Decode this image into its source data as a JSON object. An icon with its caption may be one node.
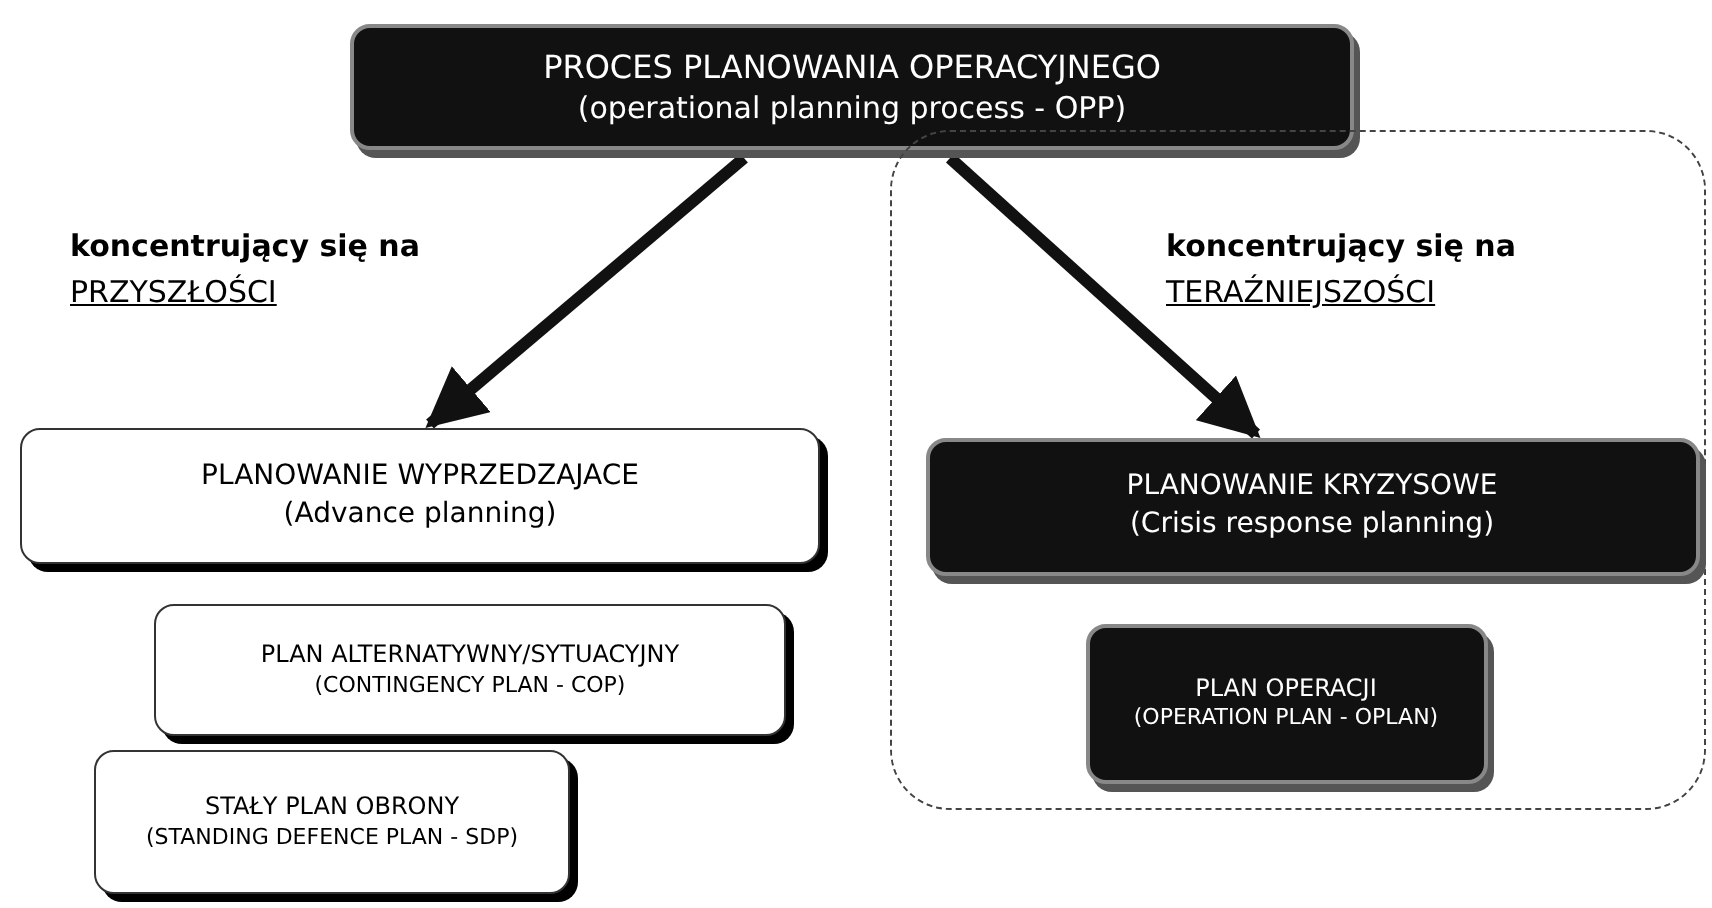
{
  "diagram": {
    "nodes": [
      {
        "text": [
          "PROCES PLANOWANIA OPERACYJNEGO",
          "(operational planning process - OPP)"
        ]
      },
      {
        "text": [],
        "shape": "box"
      },
      {
        "text": [
          "PLANOWANIE WYPRZEDZAJACE",
          "(Advance planning)"
        ]
      },
      {
        "text": [
          "PLAN ALTERNATYWNY/SYTUACYJNY",
          "(CONTINGENCY PLAN - COP)"
        ]
      },
      {
        "text": [
          "STAŁY PLAN OBRONY",
          "(STANDING DEFENCE PLAN - SDP)"
        ]
      },
      {
        "text": [
          "PLANOWANIE KRYZYSOWE",
          "(Crisis response planning)"
        ],
        "in": 1
      },
      {
        "text": [
          "PLAN OPERACJI",
          "(OPERATION PLAN - OPLAN)"
        ],
        "in": 1
      }
    ],
    "edges": [
      {
        "from": 0,
        "to": 2,
        "arrow": "to"
      },
      {
        "from": 0,
        "to": 5,
        "arrow": "to"
      }
    ],
    "labels": [
      "koncentrujący się na",
      "PRZYSZŁOŚCI",
      "koncentrujący się na",
      "TERAŹNIEJSZOŚCI"
    ]
  }
}
